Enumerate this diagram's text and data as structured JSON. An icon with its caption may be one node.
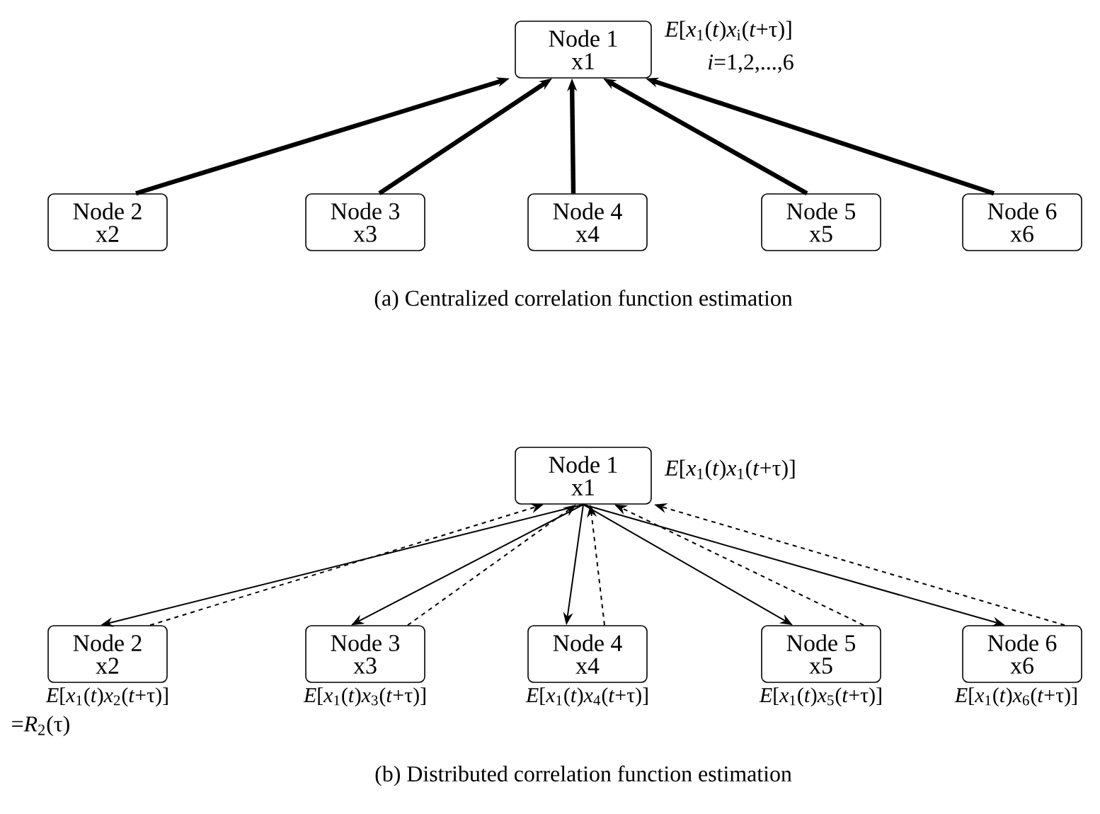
{
  "diagram": {
    "nodes": [
      {
        "text": [
          "Node 1",
          "x1"
        ],
        "beside": [
          "*E*[*x*$_{1}$(*t*)*x*$_{i}$(*t*+τ)]",
          "*i*=1,2,...,6"
        ]
      },
      {
        "text": [
          "Node 2",
          "x2"
        ]
      },
      {
        "text": [
          "Node 3",
          "x3"
        ]
      },
      {
        "text": [
          "Node 4",
          "x4"
        ]
      },
      {
        "text": [
          "Node 5",
          "x5"
        ]
      },
      {
        "text": [
          "Node 6",
          "x6"
        ]
      },
      {
        "text": [
          "Node 1",
          "x1"
        ],
        "beside": [
          "*E*[*x*$_{1}$(*t*)*x*$_{1}$(*t*+τ)]"
        ]
      },
      {
        "text": [
          "Node 2",
          "x2"
        ],
        "beside": [
          "*E*[*x*$_{1}$(*t*)*x*$_{2}$(*t*+τ)]",
          "=*R*$_{2}$(τ)"
        ]
      },
      {
        "text": [
          "Node 3",
          "x3"
        ],
        "beside": [
          "*E*[*x*$_{1}$(*t*)*x*$_{3}$(*t*+τ)]"
        ]
      },
      {
        "text": [
          "Node 4",
          "x4"
        ],
        "beside": [
          "*E*[*x*$_{1}$(*t*)*x*$_{4}$(*t*+τ)]"
        ]
      },
      {
        "text": [
          "Node 5",
          "x5"
        ],
        "beside": [
          "*E*[*x*$_{1}$(*t*)*x*$_{5}$(*t*+τ)]"
        ]
      },
      {
        "text": [
          "Node 6",
          "x6"
        ],
        "beside": [
          "*E*[*x*$_{1}$(*t*)*x*$_{6}$(*t*+τ)]"
        ]
      }
    ],
    "edges": [
      {
        "from": 1,
        "to": 0,
        "arrow": "to",
        "style": "thick"
      },
      {
        "from": 2,
        "to": 0,
        "arrow": "to",
        "style": "thick"
      },
      {
        "from": 3,
        "to": 0,
        "arrow": "to",
        "style": "thick"
      },
      {
        "from": 4,
        "to": 0,
        "arrow": "to",
        "style": "thick"
      },
      {
        "from": 5,
        "to": 0,
        "arrow": "to",
        "style": "thick"
      },
      {
        "from": 6,
        "to": 7,
        "arrow": "to"
      },
      {
        "from": 7,
        "to": 6,
        "arrow": "to",
        "style": "dashed"
      },
      {
        "from": 6,
        "to": 8,
        "arrow": "to"
      },
      {
        "from": 8,
        "to": 6,
        "arrow": "to",
        "style": "dashed"
      },
      {
        "from": 6,
        "to": 9,
        "arrow": "to"
      },
      {
        "from": 9,
        "to": 6,
        "arrow": "to",
        "style": "dashed"
      },
      {
        "from": 6,
        "to": 10,
        "arrow": "to"
      },
      {
        "from": 10,
        "to": 6,
        "arrow": "to",
        "style": "dashed"
      },
      {
        "from": 6,
        "to": 11,
        "arrow": "to"
      },
      {
        "from": 11,
        "to": 6,
        "arrow": "to",
        "style": "dashed"
      }
    ],
    "labels": [
      "(a) Centralized correlation function estimation",
      "(b) Distributed correlation function estimation"
    ]
  }
}
